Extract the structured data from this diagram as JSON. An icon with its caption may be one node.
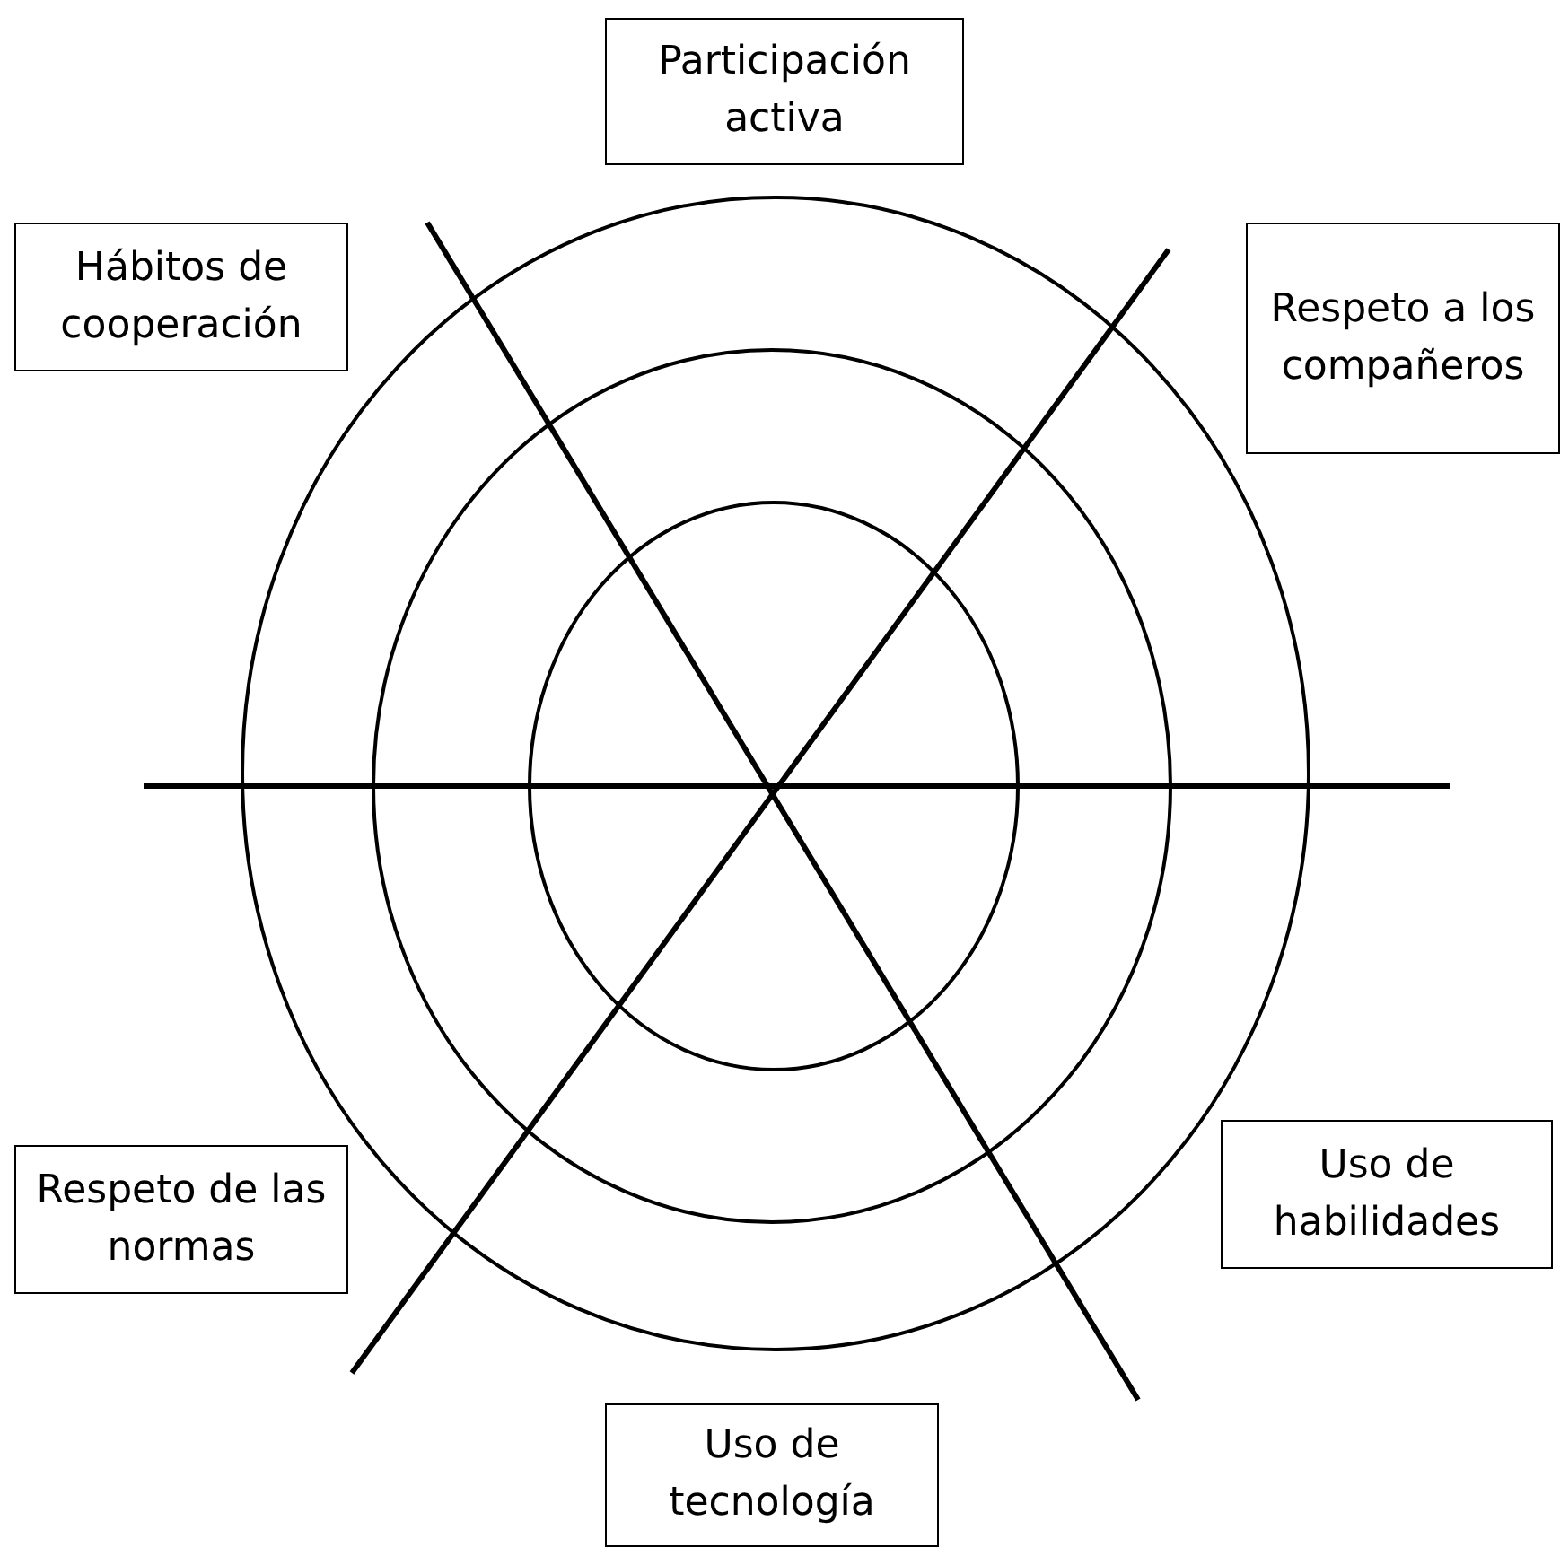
{
  "diagram": {
    "nodes": [
      {
        "text": [
          "Participación activa"
        ]
      },
      {
        "text": [
          "Hábitos de cooperación"
        ]
      },
      {
        "text": [
          "Respeto a los compañeros"
        ]
      },
      {
        "text": [
          "Respeto de las normas"
        ]
      },
      {
        "text": [
          "Uso de habilidades"
        ]
      },
      {
        "text": [
          "Uso de tecnología"
        ]
      }
    ]
  }
}
